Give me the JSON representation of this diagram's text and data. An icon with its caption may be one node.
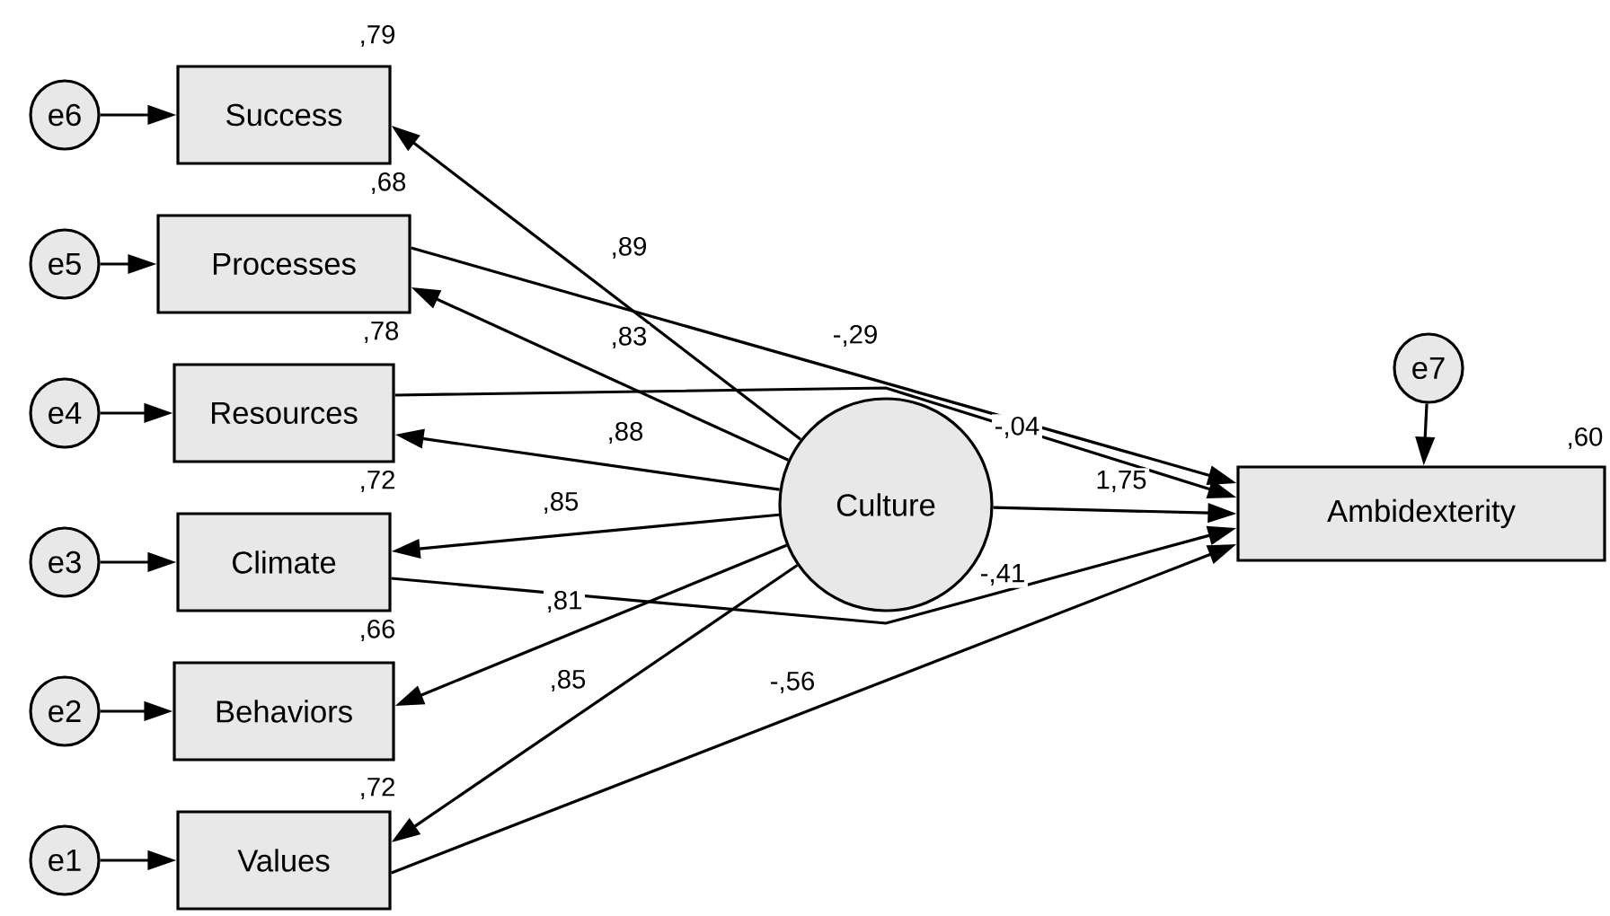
{
  "diagram": {
    "nodes": [
      {
        "text": [
          "e6"
        ]
      },
      {
        "text": [
          "Success"
        ],
        "beside": [
          ",79"
        ]
      },
      {
        "text": [
          "e5"
        ]
      },
      {
        "text": [
          "Processes"
        ],
        "beside": [
          ",68"
        ]
      },
      {
        "text": [
          "e4"
        ]
      },
      {
        "text": [
          "Resources"
        ],
        "beside": [
          ",78"
        ]
      },
      {
        "text": [
          "e3"
        ]
      },
      {
        "text": [
          "Climate"
        ],
        "beside": [
          ",72"
        ]
      },
      {
        "text": [
          "e2"
        ]
      },
      {
        "text": [
          "Behaviors"
        ],
        "beside": [
          ",66"
        ]
      },
      {
        "text": [
          "e1"
        ]
      },
      {
        "text": [
          "Values"
        ],
        "beside": [
          ",72"
        ]
      },
      {
        "text": [
          "Culture"
        ]
      },
      {
        "text": [
          "e7"
        ]
      },
      {
        "text": [
          "Ambidexterity"
        ],
        "beside": [
          ",60"
        ]
      }
    ],
    "edges": [
      {
        "from": 0,
        "to": 1,
        "arrow": "to"
      },
      {
        "from": 2,
        "to": 3,
        "arrow": "to"
      },
      {
        "from": 4,
        "to": 5,
        "arrow": "to"
      },
      {
        "from": 6,
        "to": 7,
        "arrow": "to"
      },
      {
        "from": 8,
        "to": 9,
        "arrow": "to"
      },
      {
        "from": 10,
        "to": 11,
        "arrow": "to"
      },
      {
        "from": 12,
        "to": 1,
        "arrow": "to",
        "label": ",89"
      },
      {
        "from": 12,
        "to": 3,
        "arrow": "to",
        "label": ",83"
      },
      {
        "from": 12,
        "to": 5,
        "arrow": "to",
        "label": ",88"
      },
      {
        "from": 12,
        "to": 7,
        "arrow": "to",
        "label": ",85"
      },
      {
        "from": 12,
        "to": 9,
        "arrow": "to",
        "label": ",81"
      },
      {
        "from": 12,
        "to": 11,
        "arrow": "to",
        "label": ",85"
      },
      {
        "from": 3,
        "to": 14,
        "arrow": "to",
        "label": "-,29"
      },
      {
        "from": 5,
        "to": 14,
        "arrow": "to",
        "label": "-,04"
      },
      {
        "from": 12,
        "to": 14,
        "arrow": "to",
        "label": "1,75"
      },
      {
        "from": 7,
        "to": 14,
        "arrow": "to",
        "label": "-,41"
      },
      {
        "from": 11,
        "to": 14,
        "arrow": "to",
        "label": "-,56"
      },
      {
        "from": 13,
        "to": 14,
        "arrow": "to"
      }
    ]
  }
}
